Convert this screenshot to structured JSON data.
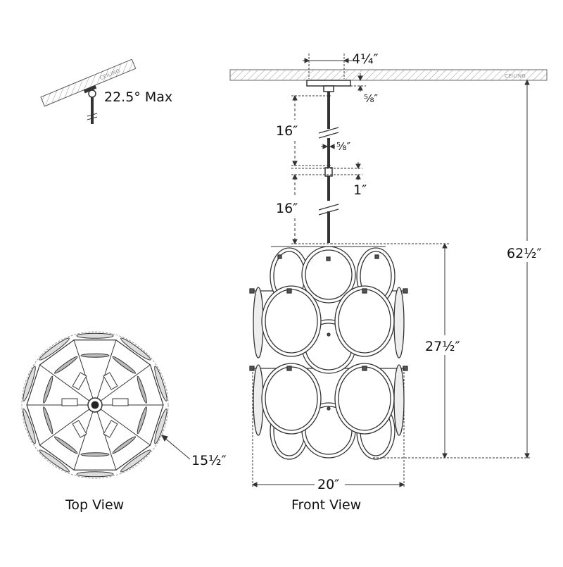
{
  "labels": {
    "ceiling_tilt": "CEILING",
    "ceiling_main": "CEILING",
    "max_angle": "22.5° Max",
    "top_view": "Top View",
    "front_view": "Front View"
  },
  "dimensions": {
    "canopy_width": "4¼″",
    "canopy_depth": "⅝″",
    "stem_upper": "16″",
    "stem_diameter": "⅝″",
    "coupler": "1″",
    "stem_lower": "16″",
    "overall_height": "62½″",
    "fixture_height": "27½″",
    "fixture_width": "20″",
    "top_diameter": "15½″"
  }
}
